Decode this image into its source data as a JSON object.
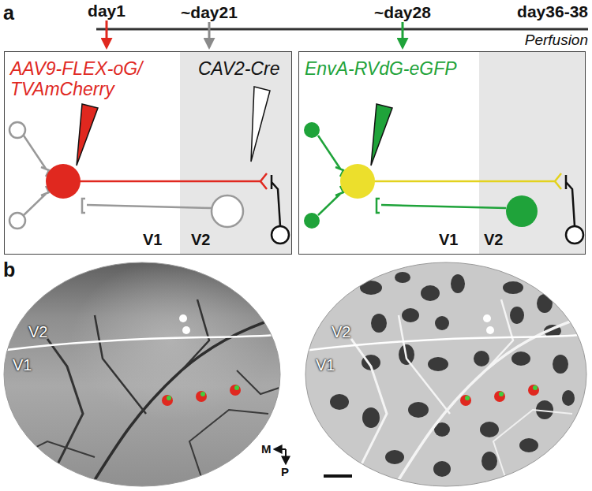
{
  "diagram": {
    "nodes": [
      {
        "text": [
          "AAV9-FLEX-oG/ TVAmCherry",
          "CAV2-Cre",
          "V1",
          "V2"
        ]
      },
      {
        "text": [
          "EnvA-RVdG-eGFP",
          "V1",
          "V2"
        ]
      }
    ],
    "labels": [
      "a",
      "day1",
      "~day21",
      "~day28",
      "day36-38",
      "Perfusion",
      "b",
      "V2",
      "V1",
      "V2",
      "V1",
      "M",
      "P"
    ]
  }
}
